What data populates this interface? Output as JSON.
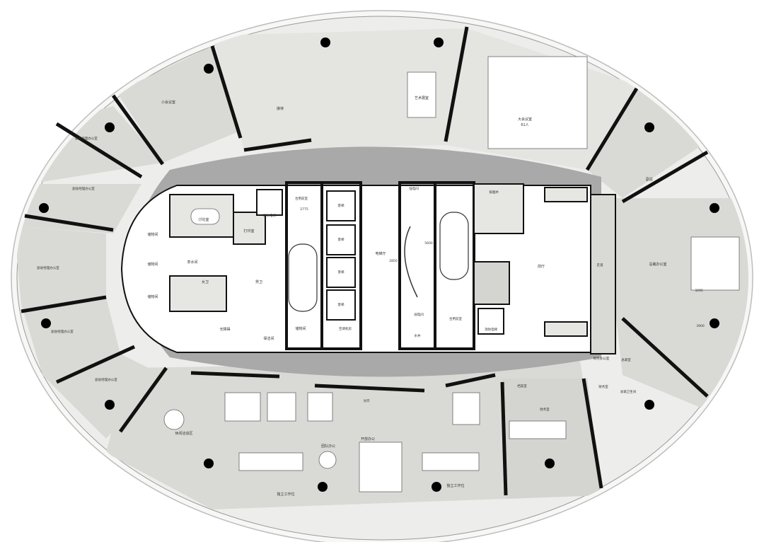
{
  "colors": {
    "background": "#ffffff",
    "outer_ring": "#efefed",
    "office_fill": "#d9d9d5",
    "corridor": "#a9a9a9",
    "core_fill": "#ffffff",
    "wall": "#111111",
    "column": "#000000"
  },
  "rooms": {
    "small_meeting": "小会议室",
    "deputy_gm_office_1": "副总经理办公室",
    "deputy_gm_office_2": "副总经理办公室",
    "deputy_gm_office_3": "副总经理办公室",
    "deputy_gm_office_4": "副总经理办公室",
    "deputy_gm_office_5": "副总经理办公室",
    "reception": "接待",
    "art_room": "艺术展室",
    "large_meeting": "大会议室",
    "large_meeting_capacity": "61人",
    "president_office_top": "副总",
    "president_office": "总裁办公室",
    "discussion_room": "讨论室",
    "storage_1": "储物间",
    "storage_2": "储物间",
    "storage_3": "储物间",
    "storage_4": "储物间",
    "pantry": "茶水间",
    "printing": "打印室",
    "female_toilet": "女卫",
    "male_toilet": "男卫",
    "accessible_toilet": "无障碍",
    "cleaning": "保洁间",
    "fire_elevator_1": "消防电梯",
    "fire_elevator_2": "消防电梯",
    "elevator_1": "客梯",
    "elevator_2": "客梯",
    "elevator_3": "客梯",
    "elevator_4": "客梯",
    "elevator_hall": "电梯厅",
    "mechanical": "空调机房",
    "elec_room": "强电间",
    "weak_elec": "弱电间",
    "water": "水井",
    "stair_front": "合用前室",
    "stair_front_2": "合用前室",
    "smoke": "排烟井",
    "lobby": "前厅",
    "corridor_label": "走道",
    "finance_office": "财务办公室",
    "finance_room": "财务室",
    "president_toilet": "总裁卫生间",
    "general_office": "总裁室",
    "leisure": "休闲洽谈区",
    "open_office": "开放办公",
    "team_office": "团队办公",
    "independent_1": "独立工作位",
    "independent_2": "独立工作位",
    "archive": "档案室",
    "finance_2": "财务室",
    "print_2": "文印",
    "dim_1": "3295",
    "dim_2": "3900",
    "dim_3": "2850",
    "dim_4": "5600",
    "dim_5": "2775"
  }
}
